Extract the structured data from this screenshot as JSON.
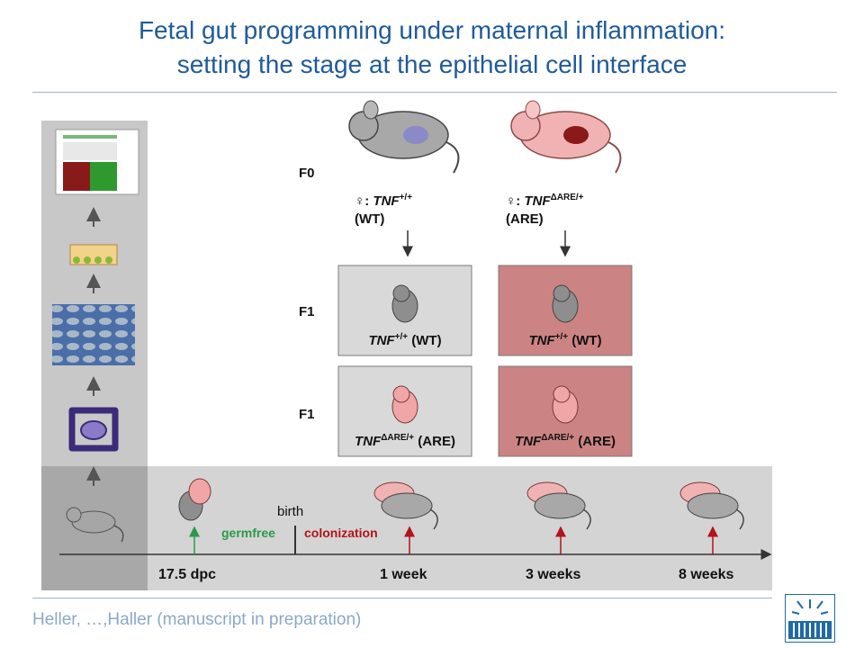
{
  "title": {
    "line1": "Fetal gut programming under maternal inflammation:",
    "line2": "setting the stage at the epithelial cell interface"
  },
  "generations": {
    "f0": "F0",
    "f1a": "F1",
    "f1b": "F1"
  },
  "mothers": {
    "wt": {
      "genotype": "TNF",
      "sup": "+/+",
      "label": "(WT)",
      "sex": "♀:"
    },
    "are": {
      "genotype": "TNF",
      "sup": "ΔARE/+",
      "label": "(ARE)",
      "sex": "♀:"
    }
  },
  "offspring": {
    "wt_wt": {
      "genotype": "TNF",
      "sup": "+/+",
      "label": "(WT)"
    },
    "are_wt": {
      "genotype": "TNF",
      "sup": "+/+",
      "label": "(WT)"
    },
    "wt_are": {
      "genotype": "TNF",
      "sup": "ΔARE/+",
      "label": "(ARE)"
    },
    "are_are": {
      "genotype": "TNF",
      "sup": "ΔARE/+",
      "label": "(ARE)"
    }
  },
  "timeline": {
    "birth": "birth",
    "germfree": "germfree",
    "colonization": "colonization",
    "ticks": [
      "17.5 dpc",
      "1 week",
      "3 weeks",
      "8 weeks"
    ]
  },
  "colors": {
    "title": "#1f5b99",
    "wt_box": "#d9d9d9",
    "are_box": "#cc8384",
    "germfree": "#2a9a4a",
    "colonization": "#b0141c",
    "panel": "#d4d4d4",
    "sidebar": "#c8c8c8"
  },
  "footer": "Heller, …,Haller (manuscript in preparation)"
}
